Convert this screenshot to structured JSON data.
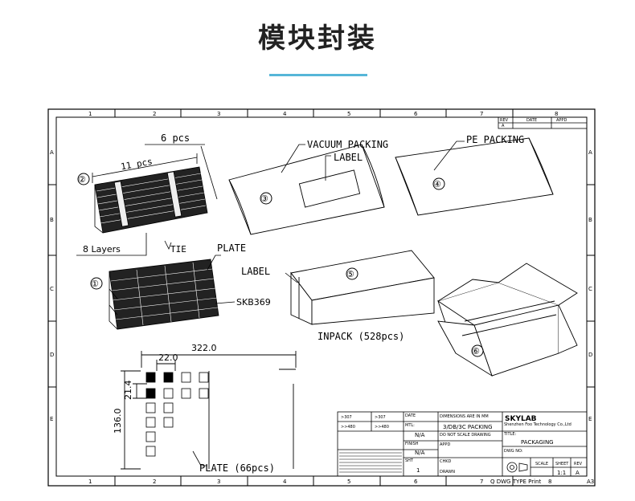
{
  "header": {
    "title": "模块封装",
    "accent_color": "#56b6d8"
  },
  "border": {
    "top_cols": [
      "1",
      "2",
      "3",
      "4",
      "5",
      "6",
      "7",
      "8"
    ],
    "bottom_cols": [
      "1",
      "2",
      "3",
      "4",
      "5",
      "6",
      "7",
      "8"
    ],
    "left_rows": [
      "A",
      "B",
      "C",
      "D",
      "E"
    ],
    "right_rows": [
      "A",
      "B",
      "C",
      "D",
      "E"
    ]
  },
  "revision": {
    "rev": "REV",
    "date": "DATE",
    "appd": "APPD",
    "rev_value": "A"
  },
  "callouts": {
    "six_pcs": "6 pcs",
    "eleven_pcs": "11 pcs",
    "eight_layers": "8 Layers",
    "tie": "TIE",
    "plate": "PLATE",
    "label_top": "LABEL",
    "label_box": "LABEL",
    "vacuum": "VACUUM PACKING",
    "pe": "PE PACKING",
    "skb": "SKB369",
    "inpack": "INPACK (528pcs)",
    "plate_66": "PLATE (66pcs)"
  },
  "steps": [
    "①",
    "②",
    "③",
    "④",
    "⑤",
    "⑥"
  ],
  "dimensions": {
    "overall": "322.0",
    "pitch_x": "22.0",
    "pitch_y": "21.4",
    "height": "136.0"
  },
  "title_block": {
    "r1c1": ">307",
    "r1c2": ">307",
    "r1c3": "DATE",
    "r2c1": ">>480",
    "r2c2": ">>480",
    "r2c3": "MTL:",
    "r2c3b": "N/A",
    "r3c3": "FINISH",
    "r3c3b": "N/A",
    "r4c3": "SHT",
    "r4c3b": "1",
    "drawing_title_label": "DIMENSIONS ARE IN MM",
    "drawing_title": "3/DB/3C PACKING",
    "note2": "DO NOT SCALE DRAWING",
    "appd": "APPD",
    "chkd": "CHKD",
    "drawn": "DRAWN",
    "company": "Shenzhen Foo Technology Co.,Ltd",
    "logo": "SKYLAB",
    "title_label": "TITLE:",
    "title_value": "PACKAGING",
    "dwg_no": "DWG NO:",
    "scale": "SCALE",
    "sheet": "SHEET",
    "rev": "REV",
    "scale_v": "1:1",
    "rev_v": "A",
    "size": "A3",
    "footer": "Q DWG TYPE Print"
  }
}
